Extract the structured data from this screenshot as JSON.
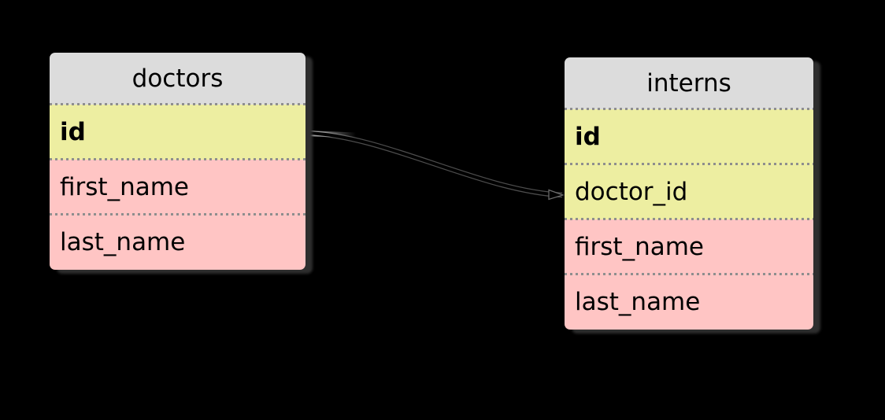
{
  "tables": [
    {
      "name": "doctors",
      "columns": [
        {
          "label": "id",
          "kind": "primary-key"
        },
        {
          "label": "first_name",
          "kind": "attribute"
        },
        {
          "label": "last_name",
          "kind": "attribute"
        }
      ]
    },
    {
      "name": "interns",
      "columns": [
        {
          "label": "id",
          "kind": "primary-key"
        },
        {
          "label": "doctor_id",
          "kind": "foreign-key"
        },
        {
          "label": "first_name",
          "kind": "attribute"
        },
        {
          "label": "last_name",
          "kind": "attribute"
        }
      ]
    }
  ],
  "relationship": {
    "from_table": "doctors",
    "from_column": "id",
    "to_table": "interns",
    "to_column": "doctor_id"
  },
  "colors": {
    "canvas_bg": "#000000",
    "header_bg": "#dcdcdc",
    "key_bg": "#edeea1",
    "attr_bg": "#ffc5c4",
    "separator": "#8e8e8e",
    "text": "#000000",
    "connector_edge": "#4d4d4d"
  }
}
